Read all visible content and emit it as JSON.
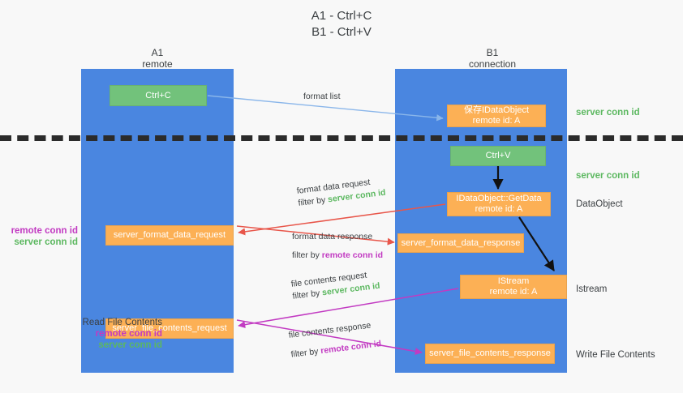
{
  "title": "A1 - Ctrl+C\nB1 - Ctrl+V",
  "colors": {
    "lane": "#4a86e0",
    "green_box": "#72c27b",
    "orange_box": "#fcb055",
    "server_conn_id": "#5cb860",
    "remote_conn_id": "#c23ac2",
    "divider": "#2b2b2b",
    "blue_arrow": "#8ab6ea",
    "red_arrow": "#e8564a",
    "black_arrow": "#111111",
    "magenta_arrow": "#c23ac2"
  },
  "columns": {
    "left": {
      "name": "A1",
      "role": "remote",
      "header": "A1\nremote"
    },
    "right": {
      "name": "B1",
      "role": "connection",
      "header": "B1\nconnection"
    }
  },
  "boxes": {
    "ctrl_c": "Ctrl+C",
    "save_dataobject": "保存IDataObject\nremote id: A",
    "ctrl_v": "Ctrl+V",
    "getdata": "IDataObject::GetData\nremote id: A",
    "server_format_data_request": "server_format_data_request",
    "server_format_data_response": "server_format_data_response",
    "istream": "IStream\nremote id: A",
    "server_file_contents_request": "server_file_contents_request",
    "server_file_contents_response": "server_file_contents_response"
  },
  "right_labels": {
    "server_conn_id_top": "server conn id",
    "server_conn_id_mid": "server conn id",
    "dataobject": "DataObject",
    "istream": "Istream",
    "write_file_contents": "Write File Contents"
  },
  "left_labels": {
    "remote_conn_id_mid": "remote conn id",
    "server_conn_id_mid": "server conn id",
    "read_file_contents": "Read File Contents",
    "remote_conn_id_bottom": "remote conn id",
    "server_conn_id_bottom": "server conn id"
  },
  "annotations": {
    "format_list": "format list",
    "format_data_request": "format data request",
    "format_data_request_filter_prefix": "filter by ",
    "format_data_request_filter_value": "server conn id",
    "format_data_response": "format data response",
    "format_data_response_filter_prefix": "filter by ",
    "format_data_response_filter_value": "remote conn id",
    "file_contents_request": "file contents request",
    "file_contents_request_filter_prefix": "filter by ",
    "file_contents_request_filter_value": "server conn id",
    "file_contents_response": "file contents response",
    "file_contents_response_filter_prefix": "filter by ",
    "file_contents_response_filter_value": "remote conn id"
  }
}
